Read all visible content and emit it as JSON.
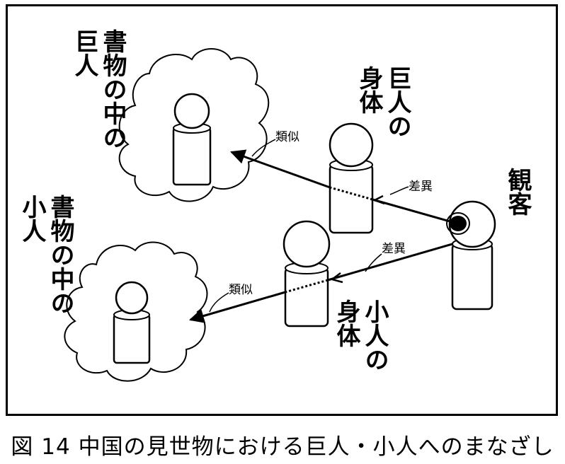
{
  "labels": {
    "book_giant": [
      "書物の中の",
      "巨人"
    ],
    "giant_body": [
      "巨人の",
      "身体"
    ],
    "book_dwarf": [
      "書物の中の",
      "小人"
    ],
    "dwarf_body": [
      "小人の",
      "身体"
    ],
    "audience": "観客",
    "similarity_top": "類似",
    "difference_top": "差異",
    "similarity_bottom": "類似",
    "difference_bottom": "差異"
  },
  "caption": "図 14 中国の見世物における巨人・小人へのまなざし"
}
